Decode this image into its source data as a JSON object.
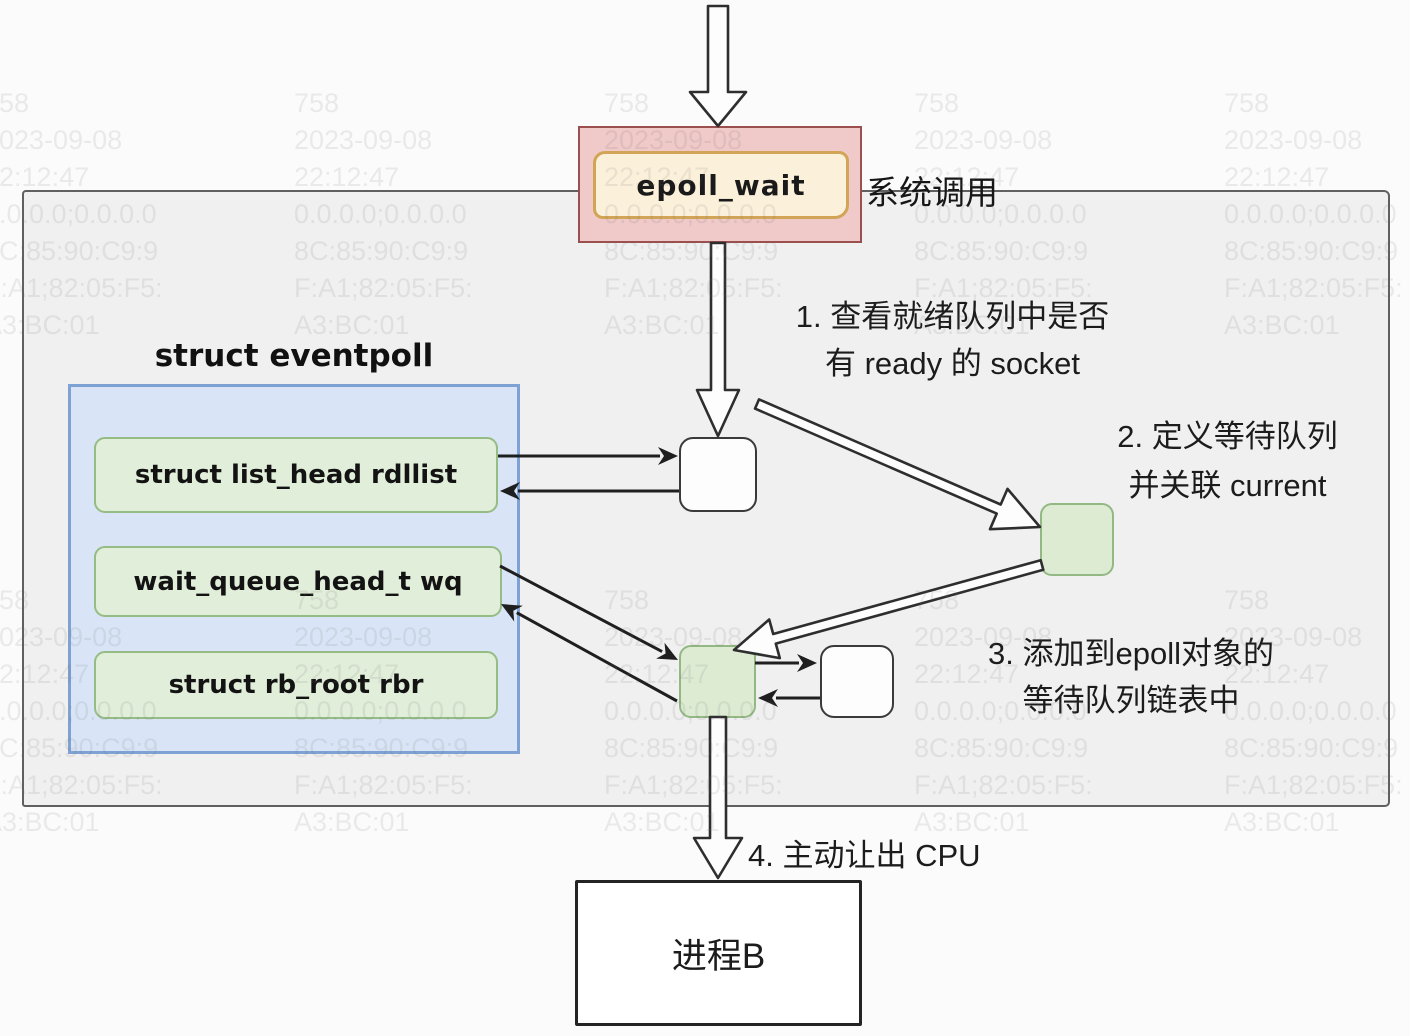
{
  "watermark": {
    "lines": [
      "758",
      "2023-09-08",
      "22:12:47",
      "0.0.0.0;0.0.0.0",
      "8C:85:90:C9:9",
      "F:A1;82:05:F5:",
      "A3:BC:01"
    ]
  },
  "syscall_box": {
    "label": "epoll_wait",
    "annotation": "系统调用"
  },
  "eventpoll_struct": {
    "title": "struct eventpoll",
    "fields": [
      "struct list_head rdllist",
      "wait_queue_head_t wq",
      "struct rb_root rbr"
    ]
  },
  "annotations": {
    "step1": {
      "line1": "1. 查看就绪队列中是否",
      "line2": "有 ready 的 socket"
    },
    "step2": {
      "line1": "2. 定义等待队列",
      "line2": "并关联 current"
    },
    "step3": {
      "line1": "3. 添加到epoll对象的",
      "line2": "等待队列链表中"
    },
    "step4": {
      "line1": "4. 主动让出 CPU"
    }
  },
  "process_box": {
    "label": "进程B"
  },
  "colors": {
    "syscall_outer_fill": "#f0c9c9",
    "syscall_outer_border": "#9c4f4f",
    "syscall_inner_fill": "#fbf0da",
    "syscall_inner_border": "#d2a556",
    "struct_fill": "#d9e5f6",
    "struct_border": "#7ea2d3",
    "field_fill": "#e1eed9",
    "field_border": "#96bc86",
    "node_green_fill": "#ddebd3",
    "node_green_border": "#93b883",
    "region_fill": "#f0f0f1",
    "region_border": "#606060"
  }
}
